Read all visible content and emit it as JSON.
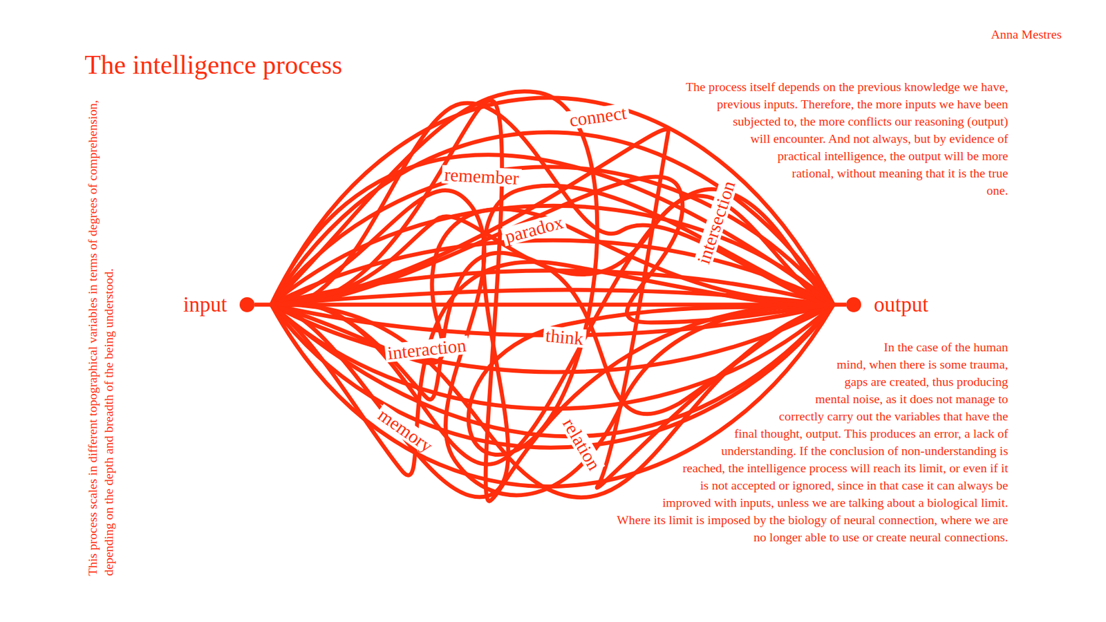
{
  "diagram": {
    "title": "The intelligence process",
    "nodes": [
      {
        "text": [
          "input"
        ]
      },
      {
        "text": [
          "output"
        ]
      }
    ],
    "edges": [
      {
        "from": 0,
        "to": 1,
        "arrow": "none"
      }
    ],
    "labels": [
      "Anna Mestres",
      "This process scales in different topographical variables in terms of degrees of comprehension, depending on the depth and breadth of the being understood.",
      "The process itself depends on the previous knowledge we have, previous inputs. Therefore, the more inputs we have been subjected to, the more conflicts our reasoning (output) will encounter. And not always, but by evidence of practical intelligence, the output will be more rational, without meaning that it is the true one.",
      "connect",
      "remember",
      "paradox",
      "intersection",
      "interaction",
      "think",
      "memory",
      "relation",
      "In the case of the human mind, when there is some trauma, gaps are created, thus producing mental noise, as it does not manage to correctly carry out the variables that have the final thought, output. This produces an error, a lack of understanding. If the conclusion of non-understanding is reached, the intelligence process will reach its limit, or even if it is not accepted or ignored, since in that case it can always be improved with inputs, unless we are talking about a biological limit. Where its limit is imposed by the biology of neural connection, where we are no longer able to use or create neural connections."
    ]
  }
}
